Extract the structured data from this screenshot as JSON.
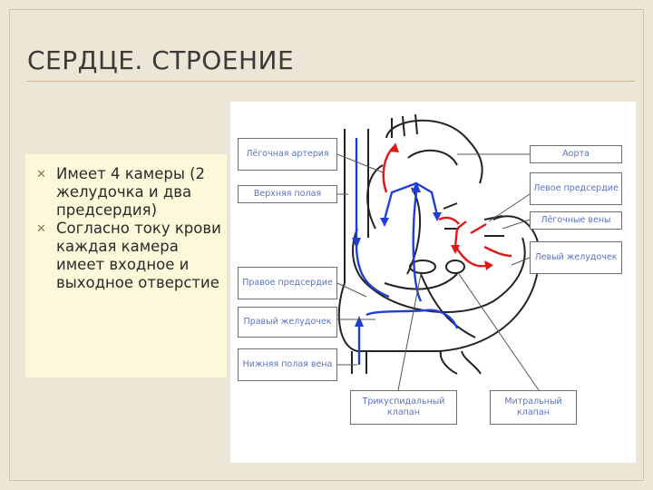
{
  "slide": {
    "title": "СЕРДЦЕ. СТРОЕНИЕ",
    "bullets": [
      "Имеет 4 камеры (2 желудочка и два предсердия)",
      "Согласно току крови каждая камера имеет входное и выходное отверстие"
    ]
  },
  "diagram": {
    "labels": {
      "pulmonary_artery": "Лёгочная артерия",
      "superior_vena_cava": "Верхняя полая",
      "right_atrium": "Правое предсердие",
      "right_ventricle": "Правый желудочек",
      "inferior_vena_cava": "Нижняя полая вена",
      "tricuspid_valve": "Трикуспидальный клапан",
      "mitral_valve": "Митральный клапан",
      "aorta": "Аорта",
      "left_atrium": "Левое предсердие",
      "pulmonary_veins": "Лёгочные вены",
      "left_ventricle": "Левый желудочек"
    },
    "colors": {
      "venous_flow": "#1f3fd6",
      "arterial_flow": "#e01818",
      "label_text": "#5a73c8"
    }
  }
}
